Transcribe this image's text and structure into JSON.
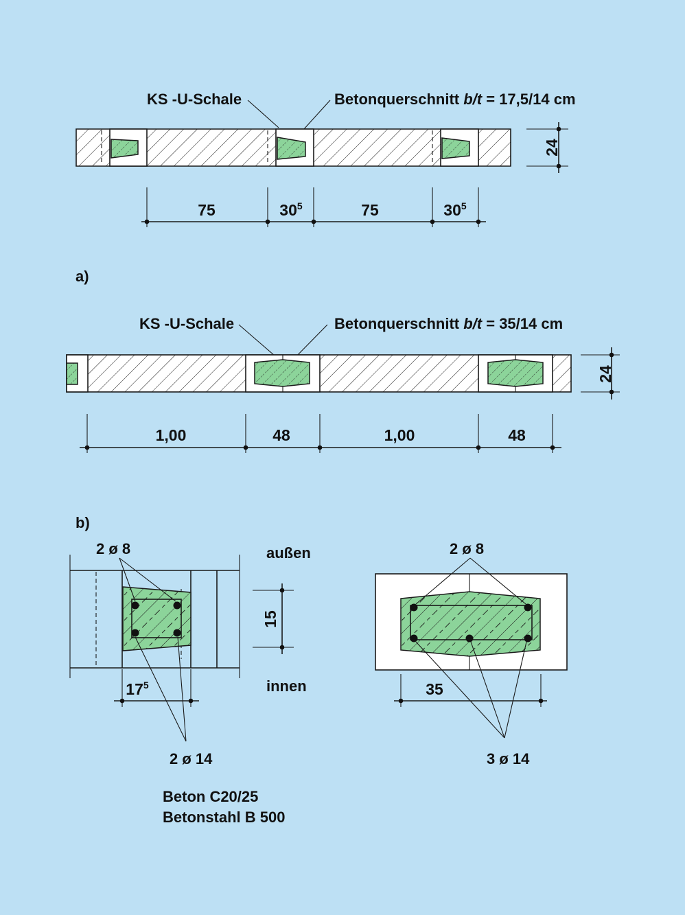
{
  "colors": {
    "background": "#bde0f4",
    "concrete": "#8cd49a",
    "line": "#1a1a1a"
  },
  "top": {
    "shell_label": "KS -U-Schale",
    "section_label_pre": "Betonquerschnitt ",
    "section_label_bt": "b/t",
    "section_label_post": " = 17,5/14 cm",
    "thickness": "24",
    "dims": {
      "d1": "75",
      "d2": "30",
      "d2_sup": "5",
      "d3": "75",
      "d4": "30",
      "d4_sup": "5"
    }
  },
  "a": {
    "marker": "a)",
    "shell_label": "KS -U-Schale",
    "section_label_pre": "Betonquerschnitt ",
    "section_label_bt": "b/t",
    "section_label_post": " = 35/14 cm",
    "thickness": "24",
    "dims": {
      "d1": "1,00",
      "d2": "48",
      "d3": "1,00",
      "d4": "48"
    }
  },
  "b": {
    "marker": "b)",
    "left": {
      "top_bars": "2 ø 8",
      "bottom_bars": "2 ø 14",
      "height": "15",
      "width": "17",
      "width_sup": "5",
      "outside": "außen",
      "inside": "innen"
    },
    "right": {
      "top_bars": "2 ø 8",
      "bottom_bars": "3 ø 14",
      "width": "35"
    },
    "concrete": "Beton C20/25",
    "steel": "Betonstahl B 500"
  }
}
